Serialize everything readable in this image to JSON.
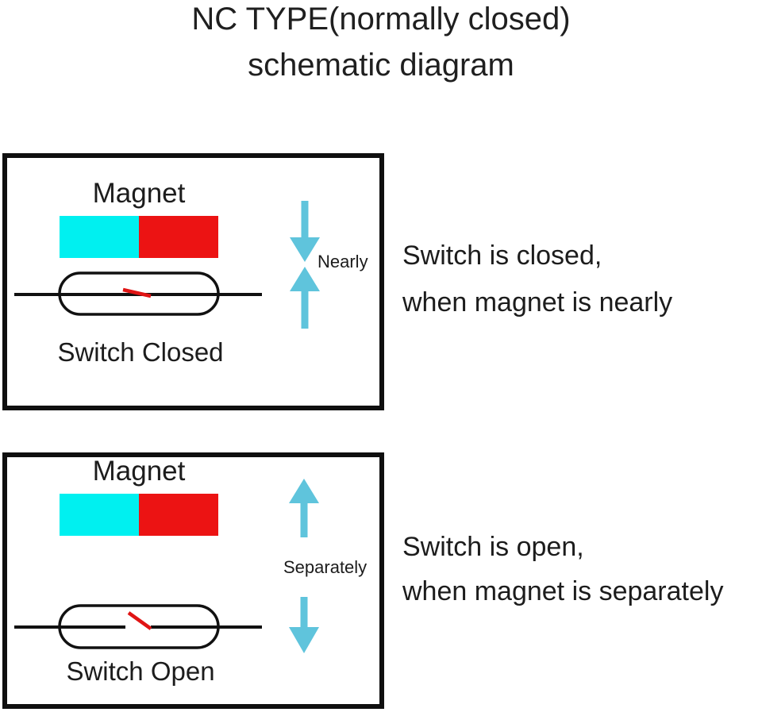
{
  "title": {
    "line1": "NC TYPE(normally closed)",
    "line2": "schematic diagram"
  },
  "colors": {
    "magnet_north": "#00f0f0",
    "magnet_south": "#ec1313",
    "arrow_blue": "#5fc4dc",
    "contact_red": "#e01414",
    "outline": "#111111",
    "text": "#1c1c1c"
  },
  "panel_closed": {
    "magnet_label": "Magnet",
    "proximity_label": "Nearly",
    "switch_label": "Switch Closed",
    "caption_line1": "Switch is closed,",
    "caption_line2": "when magnet is nearly",
    "switch_state": "closed",
    "arrow_direction": "converging"
  },
  "panel_open": {
    "magnet_label": "Magnet",
    "proximity_label": "Separately",
    "switch_label": "Switch Open",
    "caption_line1": "Switch is open,",
    "caption_line2": "when magnet is separately",
    "switch_state": "open",
    "arrow_direction": "diverging"
  }
}
